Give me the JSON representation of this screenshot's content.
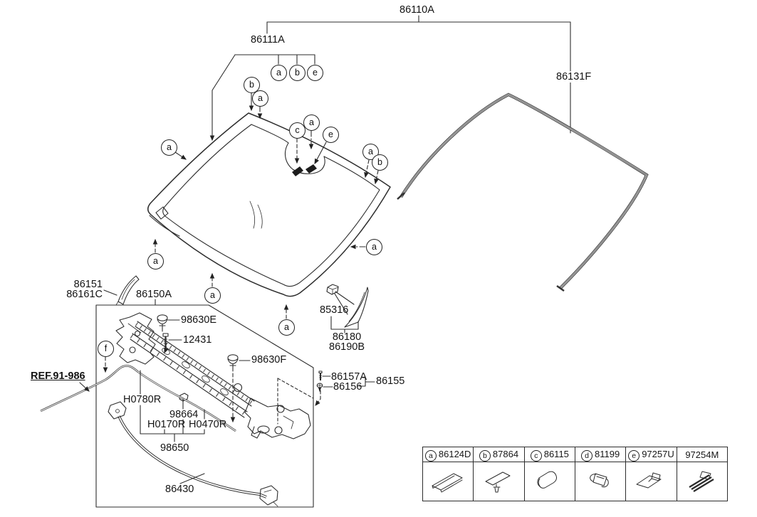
{
  "diagram": {
    "labels": {
      "windshield_assy": "86110A",
      "glass": "86111A",
      "molding": "86131F",
      "pillar_trim_upper": "86151",
      "pillar_trim_lower": "86161C",
      "cowl_assy": "86150A",
      "clip_cowl_e": "98630E",
      "bolt": "12431",
      "clip_cowl_f": "98630F",
      "screw_washer": "86157A",
      "screw": "86156",
      "screw_set": "86155",
      "clip_garnish": "85316",
      "garnish_upper": "86180",
      "garnish_lower": "86190B",
      "ref_note": "REF.91-986",
      "hose_segment_a": "H0780R",
      "hose_clip": "98664",
      "hose_segment_b": "H0170R",
      "hose_segment_c": "H0470R",
      "washer_hose": "98650",
      "weatherstrip": "86430"
    },
    "callouts": [
      {
        "letter": "a"
      },
      {
        "letter": "b"
      },
      {
        "letter": "e"
      },
      {
        "letter": "b"
      },
      {
        "letter": "a"
      },
      {
        "letter": "a"
      },
      {
        "letter": "c"
      },
      {
        "letter": "a"
      },
      {
        "letter": "e"
      },
      {
        "letter": "a"
      },
      {
        "letter": "b"
      },
      {
        "letter": "a"
      },
      {
        "letter": "a"
      },
      {
        "letter": "a"
      },
      {
        "letter": "a"
      },
      {
        "letter": "f"
      }
    ],
    "legend": {
      "columns": [
        {
          "letter": "a",
          "part": "86124D",
          "icon": "moulding-strip-icon"
        },
        {
          "letter": "b",
          "part": "87864",
          "icon": "strip-with-clip-icon"
        },
        {
          "letter": "c",
          "part": "86115",
          "icon": "rounded-pad-icon"
        },
        {
          "letter": "d",
          "part": "81199",
          "icon": "wire-clip-icon"
        },
        {
          "letter": "e",
          "part": "97257U",
          "icon": "sensor-bracket-icon"
        },
        {
          "letter": "",
          "part": "97254M",
          "icon": "layered-pad-icon"
        }
      ]
    },
    "line_color": "#2d2d2d",
    "background_color": "#ffffff"
  }
}
